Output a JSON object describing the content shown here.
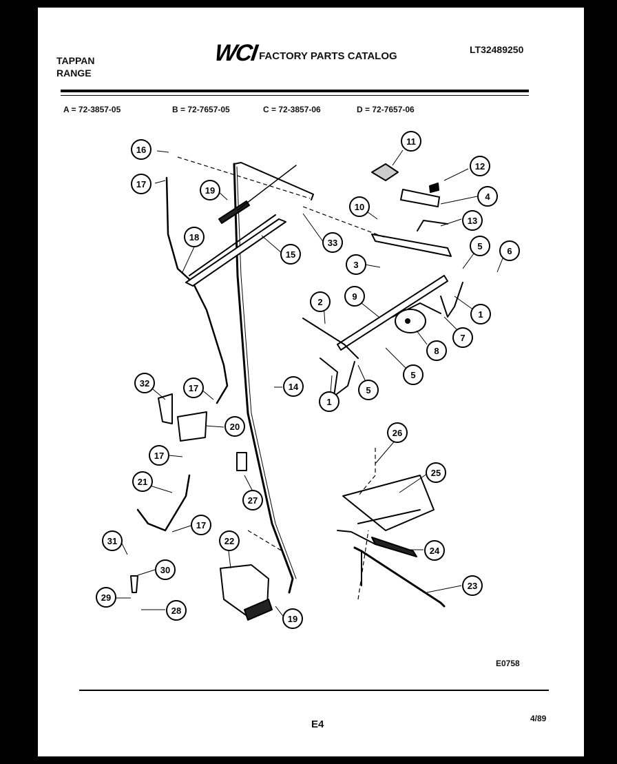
{
  "header": {
    "brand_line1": "TAPPAN",
    "brand_line2": "RANGE",
    "logo": "WCI",
    "catalog_title": "FACTORY PARTS CATALOG",
    "catalog_code": "LT32489250"
  },
  "models": [
    "A = 72-3857-05",
    "B = 72-7657-05",
    "C = 72-3857-06",
    "D = 72-7657-06"
  ],
  "callouts": [
    "16",
    "17",
    "19",
    "18",
    "15",
    "33",
    "11",
    "12",
    "4",
    "10",
    "13",
    "3",
    "5",
    "6",
    "2",
    "9",
    "1",
    "7",
    "8",
    "5",
    "5",
    "1",
    "14",
    "32",
    "17",
    "20",
    "17",
    "21",
    "27",
    "26",
    "25",
    "17",
    "31",
    "22",
    "30",
    "29",
    "28",
    "19",
    "24",
    "23"
  ],
  "footer": {
    "figure_code": "E0758",
    "page_number": "E4",
    "date": "4/89"
  }
}
